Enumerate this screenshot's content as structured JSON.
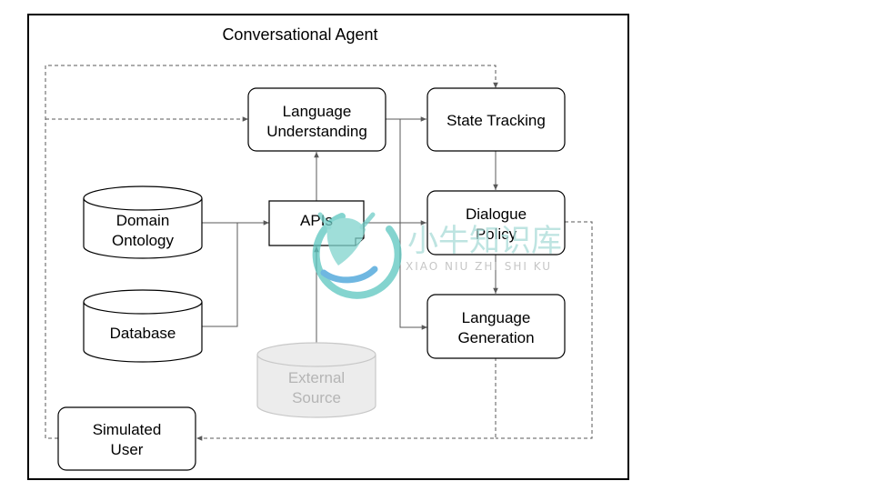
{
  "title": "Conversational Agent",
  "nodes": {
    "language_understanding": [
      "Language",
      "Understanding"
    ],
    "state_tracking": [
      "State Tracking"
    ],
    "dialogue_policy": [
      "Dialogue",
      "Policy"
    ],
    "language_generation": [
      "Language",
      "Generation"
    ],
    "apis": [
      "APIs"
    ],
    "domain_ontology": [
      "Domain",
      "Ontology"
    ],
    "database": [
      "Database"
    ],
    "external_source": [
      "External",
      "Source"
    ],
    "simulated_user": [
      "Simulated",
      "User"
    ]
  },
  "watermark": {
    "chinese": "小牛知识库",
    "pinyin": "XIAO NIU ZHI SHI KU"
  },
  "colors": {
    "border": "#000000",
    "arrow": "#595959",
    "ghost": "#b5b5b5",
    "watermark_teal": "#3fb7b0",
    "watermark_blue": "#2f8fd0"
  }
}
